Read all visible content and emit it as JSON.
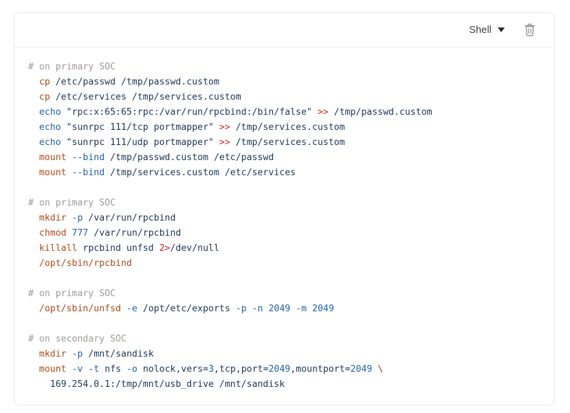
{
  "panel": {
    "header": {
      "language_label": "Shell",
      "chevron_icon": "chevron-down-icon",
      "delete_icon": "trash-icon"
    },
    "colors": {
      "comment": "#9a9a9a",
      "command": "#ac4a18",
      "flag": "#1f5fa8",
      "number": "#1f5fa8",
      "redirect": "#cc2222",
      "plain": "#1c3556",
      "border": "#e6e8eb",
      "background": "#ffffff"
    }
  },
  "code": {
    "language": "shell",
    "plain_text": "# on primary SOC\n  cp /etc/passwd /tmp/passwd.custom\n  cp /etc/services /tmp/services.custom\n  echo \"rpc:x:65:65:rpc:/var/run/rpcbind:/bin/false\" >> /tmp/passwd.custom\n  echo \"sunrpc 111/tcp portmapper\" >> /tmp/services.custom\n  echo \"sunrpc 111/udp portmapper\" >> /tmp/services.custom\n  mount --bind /tmp/passwd.custom /etc/passwd\n  mount --bind /tmp/services.custom /etc/services\n\n# on primary SOC\n  mkdir -p /var/run/rpcbind\n  chmod 777 /var/run/rpcbind\n  killall rpcbind unfsd 2>/dev/null\n  /opt/sbin/rpcbind\n\n# on primary SOC\n  /opt/sbin/unfsd -e /opt/etc/exports -p -n 2049 -m 2049\n\n# on secondary SOC\n  mkdir -p /mnt/sandisk\n  mount -v -t nfs -o nolock,vers=3,tcp,port=2049,mountport=2049 \\\n    169.254.0.1:/tmp/mnt/usb_drive /mnt/sandisk",
    "lines": [
      {
        "id": 1,
        "tokens": [
          {
            "t": "# on primary SOC",
            "c": "comment"
          }
        ]
      },
      {
        "id": 2,
        "tokens": [
          {
            "t": "  ",
            "c": "plain"
          },
          {
            "t": "cp",
            "c": "cmd"
          },
          {
            "t": " /etc/passwd /tmp/passwd.custom",
            "c": "plain"
          }
        ]
      },
      {
        "id": 3,
        "tokens": [
          {
            "t": "  ",
            "c": "plain"
          },
          {
            "t": "cp",
            "c": "cmd"
          },
          {
            "t": " /etc/services /tmp/services.custom",
            "c": "plain"
          }
        ]
      },
      {
        "id": 4,
        "tokens": [
          {
            "t": "  ",
            "c": "plain"
          },
          {
            "t": "echo",
            "c": "flag"
          },
          {
            "t": " \"rpc:x:65:65:rpc:/var/run/rpcbind:/bin/false\" ",
            "c": "plain"
          },
          {
            "t": ">>",
            "c": "redir"
          },
          {
            "t": " /tmp/passwd.custom",
            "c": "plain"
          }
        ]
      },
      {
        "id": 5,
        "tokens": [
          {
            "t": "  ",
            "c": "plain"
          },
          {
            "t": "echo",
            "c": "flag"
          },
          {
            "t": " \"sunrpc 111/tcp portmapper\" ",
            "c": "plain"
          },
          {
            "t": ">>",
            "c": "redir"
          },
          {
            "t": " /tmp/services.custom",
            "c": "plain"
          }
        ]
      },
      {
        "id": 6,
        "tokens": [
          {
            "t": "  ",
            "c": "plain"
          },
          {
            "t": "echo",
            "c": "flag"
          },
          {
            "t": " \"sunrpc 111/udp portmapper\" ",
            "c": "plain"
          },
          {
            "t": ">>",
            "c": "redir"
          },
          {
            "t": " /tmp/services.custom",
            "c": "plain"
          }
        ]
      },
      {
        "id": 7,
        "tokens": [
          {
            "t": "  ",
            "c": "plain"
          },
          {
            "t": "mount",
            "c": "cmd"
          },
          {
            "t": " ",
            "c": "plain"
          },
          {
            "t": "--bind",
            "c": "flag"
          },
          {
            "t": " /tmp/passwd.custom /etc/passwd",
            "c": "plain"
          }
        ]
      },
      {
        "id": 8,
        "tokens": [
          {
            "t": "  ",
            "c": "plain"
          },
          {
            "t": "mount",
            "c": "cmd"
          },
          {
            "t": " ",
            "c": "plain"
          },
          {
            "t": "--bind",
            "c": "flag"
          },
          {
            "t": " /tmp/services.custom /etc/services",
            "c": "plain"
          }
        ]
      },
      {
        "id": 9,
        "tokens": []
      },
      {
        "id": 10,
        "tokens": [
          {
            "t": "# on primary SOC",
            "c": "comment"
          }
        ]
      },
      {
        "id": 11,
        "tokens": [
          {
            "t": "  ",
            "c": "plain"
          },
          {
            "t": "mkdir",
            "c": "cmd"
          },
          {
            "t": " ",
            "c": "plain"
          },
          {
            "t": "-p",
            "c": "flag"
          },
          {
            "t": " /var/run/rpcbind",
            "c": "plain"
          }
        ]
      },
      {
        "id": 12,
        "tokens": [
          {
            "t": "  ",
            "c": "plain"
          },
          {
            "t": "chmod",
            "c": "cmd"
          },
          {
            "t": " ",
            "c": "plain"
          },
          {
            "t": "777",
            "c": "num"
          },
          {
            "t": " /var/run/rpcbind",
            "c": "plain"
          }
        ]
      },
      {
        "id": 13,
        "tokens": [
          {
            "t": "  ",
            "c": "plain"
          },
          {
            "t": "killall",
            "c": "cmd"
          },
          {
            "t": " rpcbind unfsd ",
            "c": "plain"
          },
          {
            "t": "2>",
            "c": "redir"
          },
          {
            "t": "/dev/null",
            "c": "plain"
          }
        ]
      },
      {
        "id": 14,
        "tokens": [
          {
            "t": "  ",
            "c": "plain"
          },
          {
            "t": "/opt/sbin/rpcbind",
            "c": "cmd"
          }
        ]
      },
      {
        "id": 15,
        "tokens": []
      },
      {
        "id": 16,
        "tokens": [
          {
            "t": "# on primary SOC",
            "c": "comment"
          }
        ]
      },
      {
        "id": 17,
        "tokens": [
          {
            "t": "  ",
            "c": "plain"
          },
          {
            "t": "/opt/sbin/unfsd",
            "c": "cmd"
          },
          {
            "t": " ",
            "c": "plain"
          },
          {
            "t": "-e",
            "c": "flag"
          },
          {
            "t": " /opt/etc/exports ",
            "c": "plain"
          },
          {
            "t": "-p",
            "c": "flag"
          },
          {
            "t": " ",
            "c": "plain"
          },
          {
            "t": "-n",
            "c": "flag"
          },
          {
            "t": " ",
            "c": "plain"
          },
          {
            "t": "2049",
            "c": "num"
          },
          {
            "t": " ",
            "c": "plain"
          },
          {
            "t": "-m",
            "c": "flag"
          },
          {
            "t": " ",
            "c": "plain"
          },
          {
            "t": "2049",
            "c": "num"
          }
        ]
      },
      {
        "id": 18,
        "tokens": []
      },
      {
        "id": 19,
        "tokens": [
          {
            "t": "# on secondary SOC",
            "c": "comment"
          }
        ]
      },
      {
        "id": 20,
        "tokens": [
          {
            "t": "  ",
            "c": "plain"
          },
          {
            "t": "mkdir",
            "c": "cmd"
          },
          {
            "t": " ",
            "c": "plain"
          },
          {
            "t": "-p",
            "c": "flag"
          },
          {
            "t": " /mnt/sandisk",
            "c": "plain"
          }
        ]
      },
      {
        "id": 21,
        "tokens": [
          {
            "t": "  ",
            "c": "plain"
          },
          {
            "t": "mount",
            "c": "cmd"
          },
          {
            "t": " ",
            "c": "plain"
          },
          {
            "t": "-v",
            "c": "flag"
          },
          {
            "t": " ",
            "c": "plain"
          },
          {
            "t": "-t",
            "c": "flag"
          },
          {
            "t": " nfs ",
            "c": "plain"
          },
          {
            "t": "-o",
            "c": "flag"
          },
          {
            "t": " nolock,vers=",
            "c": "plain"
          },
          {
            "t": "3",
            "c": "num"
          },
          {
            "t": ",tcp,port=",
            "c": "plain"
          },
          {
            "t": "2049",
            "c": "num"
          },
          {
            "t": ",mountport=",
            "c": "plain"
          },
          {
            "t": "2049",
            "c": "num"
          },
          {
            "t": " ",
            "c": "plain"
          },
          {
            "t": "\\",
            "c": "redir"
          }
        ]
      },
      {
        "id": 22,
        "tokens": [
          {
            "t": "    169.254.0.1:/tmp/mnt/usb_drive /mnt/sandisk",
            "c": "plain"
          }
        ]
      }
    ]
  }
}
